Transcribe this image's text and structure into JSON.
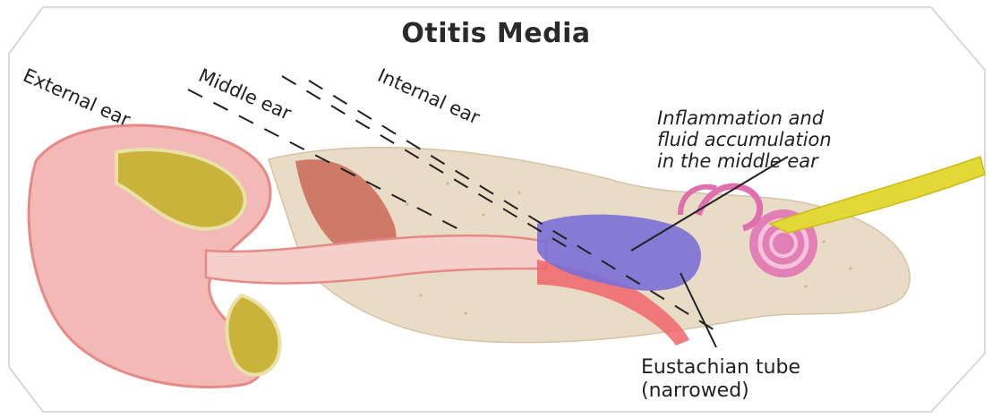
{
  "title": "Otitis Media",
  "regions": {
    "external": "External ear",
    "middle": "Middle ear",
    "internal": "Internal ear"
  },
  "callouts": {
    "inflammation": [
      "Inflammation and",
      "fluid accumulation",
      "in the middle ear"
    ],
    "eustachian": [
      "Eustachian tube",
      "(narrowed)"
    ]
  },
  "colors": {
    "skin": "#f2b9b6",
    "skin_dark": "#e58a86",
    "cartilage": "#c9b33a",
    "bone": "#e9dcc6",
    "fluid": "#7b6fd6",
    "nerve": "#e3d936",
    "cochlea": "#e06fb0"
  }
}
